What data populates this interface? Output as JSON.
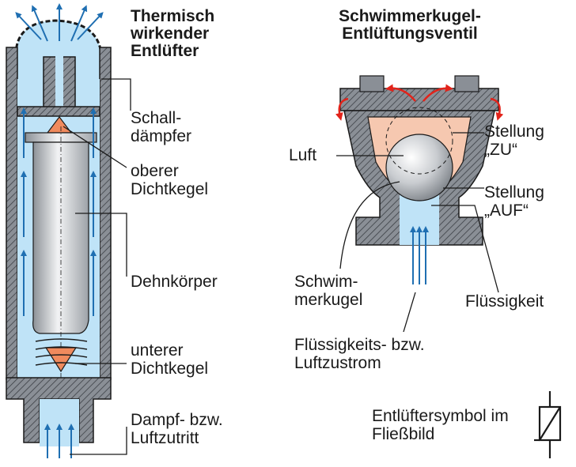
{
  "left_title": "Thermisch wirkender Entlüfter",
  "right_title": "Schwimmerkugel-Entlüftungsventil",
  "left_labels": {
    "schalldaempfer": "Schall- dämpfer",
    "oberer_dichtkegel": "oberer Dichtkegel",
    "dehnkoerper": "Dehnkörper",
    "unterer_dichtkegel": "unterer Dichtkegel",
    "dampf_luftzutritt": "Dampf- bzw. Luftzutritt"
  },
  "right_labels": {
    "luft": "Luft",
    "stellung_zu": "Stellung „ZU“",
    "stellung_auf": "Stellung „AUF“",
    "schwimmerkugel": "Schwim- merkugel",
    "fluessigkeit": "Flüssigkeit",
    "zustrom": "Flüssigkeits- bzw. Luftzustrom"
  },
  "symbol_label": "Entlüftersymbol im Fließbild",
  "colors": {
    "steam_blue": "#bfe3f7",
    "arrow_blue": "#1f6fb2",
    "cone_orange": "#f08a5d",
    "float_pink": "#f6c8b0",
    "body_grey": "#8a8f96",
    "red_arrow": "#e2231a"
  }
}
